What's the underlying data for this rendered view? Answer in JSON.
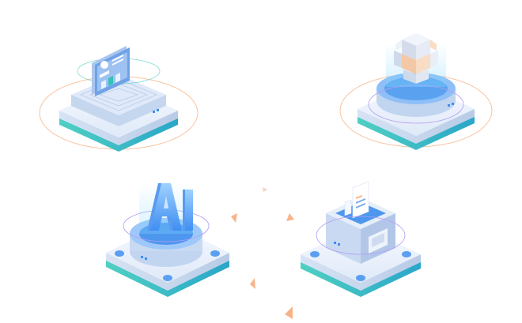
{
  "illustration": {
    "platforms": [
      {
        "id": "profile-card",
        "icon": "user-profile-card-icon"
      },
      {
        "id": "cubes",
        "icon": "glowing-cubes-icon"
      },
      {
        "id": "ai",
        "icon": "ai-letters-icon",
        "label": "AI"
      },
      {
        "id": "documents",
        "icon": "document-box-icon"
      }
    ],
    "colors": {
      "blue": "#3d8ef0",
      "light_blue": "#cfe3ff",
      "teal": "#36c2b6",
      "orange_accent": "#f7b48a",
      "purple_line": "#b49cf2",
      "platform_top": "#eaf1fb"
    }
  }
}
